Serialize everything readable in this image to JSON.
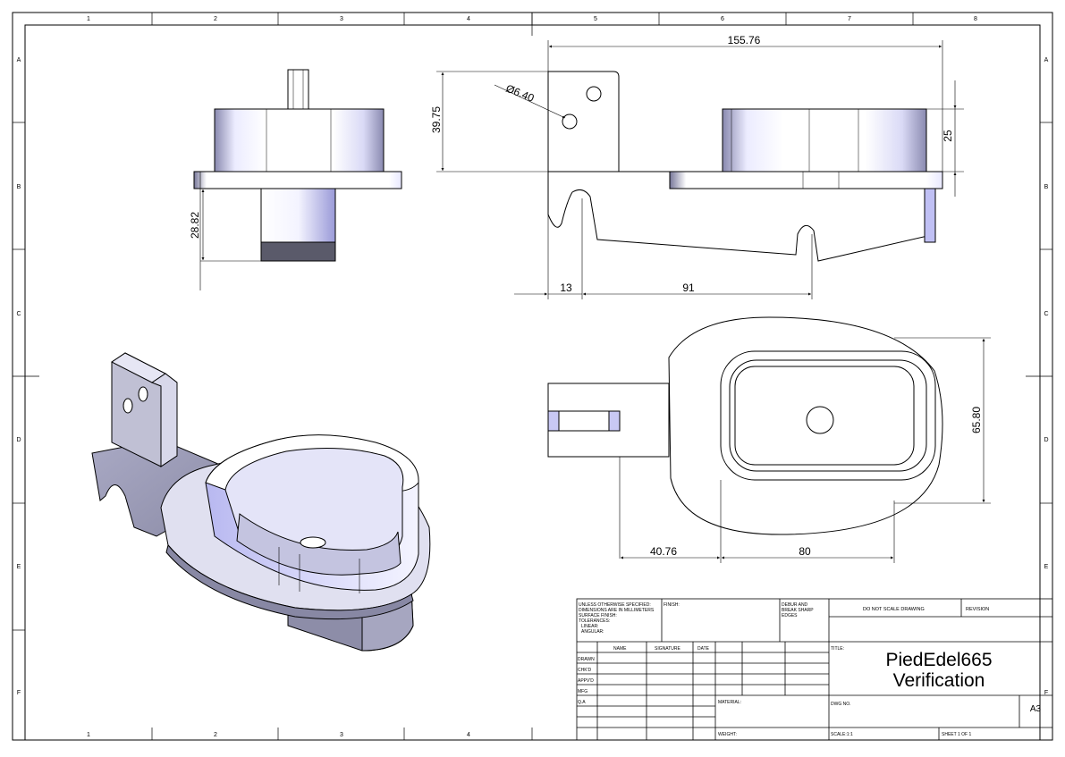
{
  "drawing": {
    "zones": {
      "top": [
        "1",
        "2",
        "3",
        "4",
        "5",
        "6",
        "7",
        "8"
      ],
      "bottom": [
        "1",
        "2",
        "3",
        "4"
      ],
      "left": [
        "A",
        "B",
        "C",
        "D",
        "E",
        "F"
      ],
      "right": [
        "A",
        "B",
        "C",
        "D",
        "E",
        "F"
      ]
    },
    "dimensions": {
      "overall_length": "155.76",
      "tab_height": "39.75",
      "hole_diameter": "Ø6.40",
      "cup_height": "25",
      "stem_depth": "28.82",
      "offset_13": "13",
      "offset_91": "91",
      "width_65": "65.80",
      "offset_40": "40.76",
      "offset_80": "80"
    },
    "title_block": {
      "unless_lines": [
        "UNLESS OTHERWISE SPECIFIED:",
        "DIMENSIONS ARE IN MILLIMETERS",
        "SURFACE FINISH:",
        "TOLERANCES:",
        "   LINEAR:",
        "   ANGULAR:"
      ],
      "finish": "FINISH:",
      "deburr_lines": [
        "DEBUR AND",
        "BREAK SHARP",
        "EDGES"
      ],
      "do_not_scale": "DO NOT SCALE DRAWING",
      "revision": "REVISION",
      "col_name": "NAME",
      "col_signature": "SIGNATURE",
      "col_date": "DATE",
      "rows": [
        "DRAWN",
        "CHK'D",
        "APPV'D",
        "MFG",
        "Q.A"
      ],
      "title_label": "TITLE:",
      "title_line1": "PiedEdel665",
      "title_line2": "Verification",
      "material": "MATERIAL:",
      "dwg_no": "DWG NO.",
      "size": "A3",
      "weight": "WEIGHT:",
      "scale": "SCALE:1:1",
      "sheet": "SHEET 1 OF 1"
    },
    "colors": {
      "line": "#000000",
      "shade": "#c8c8ff",
      "dark": "#555566"
    }
  }
}
